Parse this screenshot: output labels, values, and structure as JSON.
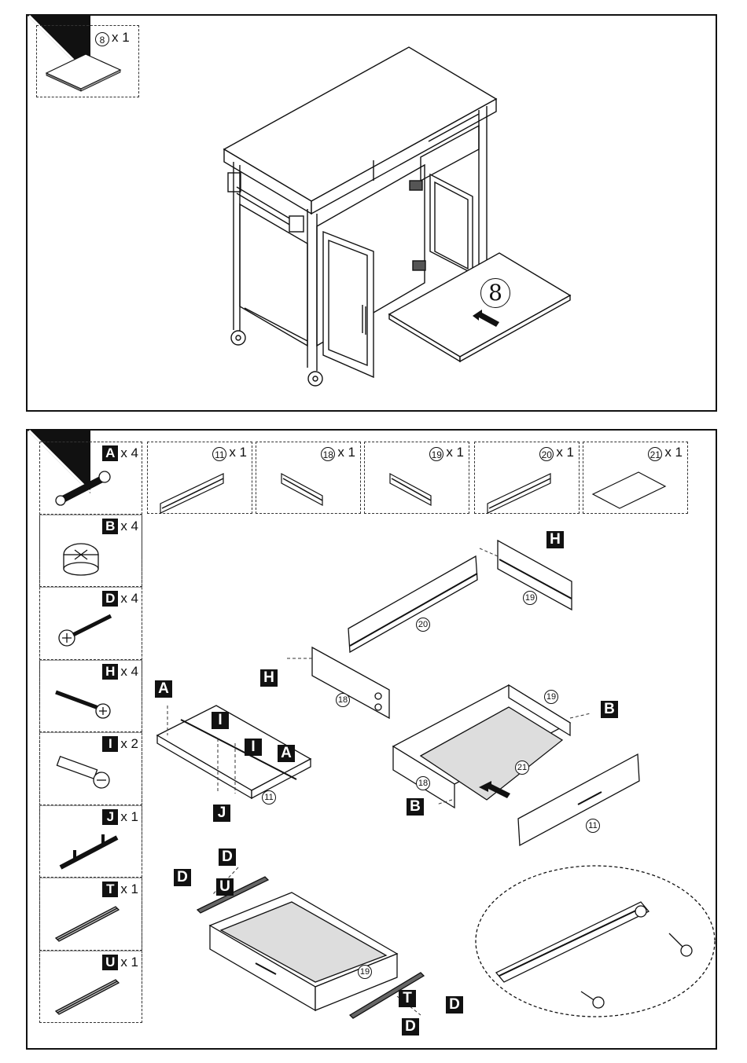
{
  "step1": {
    "part_number": "8",
    "part_qty": "x 1",
    "callout": "8"
  },
  "step2": {
    "parts": [
      {
        "num": "11",
        "qty": "x 1"
      },
      {
        "num": "18",
        "qty": "x 1"
      },
      {
        "num": "19",
        "qty": "x 1"
      },
      {
        "num": "20",
        "qty": "x 1"
      },
      {
        "num": "21",
        "qty": "x 1"
      }
    ],
    "hardware": [
      {
        "letter": "A",
        "qty": "x 4",
        "icon": "cam-bolt-icon"
      },
      {
        "letter": "B",
        "qty": "x 4",
        "icon": "cam-lock-icon"
      },
      {
        "letter": "D",
        "qty": "x 4",
        "icon": "wood-screw-icon"
      },
      {
        "letter": "H",
        "qty": "x 4",
        "icon": "long-screw-icon"
      },
      {
        "letter": "I",
        "qty": "x 2",
        "icon": "machine-screw-icon"
      },
      {
        "letter": "J",
        "qty": "x 1",
        "icon": "handle-icon"
      },
      {
        "letter": "T",
        "qty": "x 1",
        "icon": "slide-rail-icon"
      },
      {
        "letter": "U",
        "qty": "x 1",
        "icon": "slide-rail-icon"
      }
    ],
    "callouts": {
      "H": "H",
      "A": "A",
      "I": "I",
      "J": "J",
      "B": "B",
      "D": "D",
      "T": "T",
      "U": "U",
      "p20": "20",
      "p19": "19",
      "p18": "18",
      "p11": "11",
      "p21": "21"
    }
  },
  "colors": {
    "ink": "#111111",
    "paper": "#ffffff",
    "shade": "#bbbbbb"
  }
}
